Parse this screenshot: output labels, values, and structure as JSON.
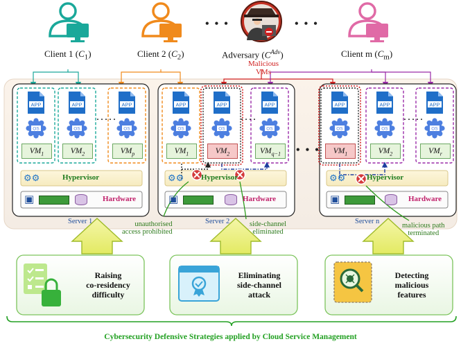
{
  "clients": [
    {
      "label": "Client 1 (",
      "sym": "C",
      "sub": "1",
      "color": "#1aa89a"
    },
    {
      "label": "Client 2 (",
      "sym": "C",
      "sub": "2",
      "color": "#f08a1c"
    },
    {
      "label": "Adversary (",
      "sym": "C",
      "sup": "Adv",
      "color": "#8b1a1a"
    },
    {
      "label": "Client m (",
      "sym": "C",
      "sub": "m",
      "color": "#e06aa6"
    }
  ],
  "ellipsis": "• • •",
  "malicious_label": "Malicious VMs",
  "servers": [
    {
      "label": "Server 1",
      "vms": [
        "VM",
        "VM",
        "VM"
      ],
      "vm_subs": [
        "1",
        "2",
        "p"
      ]
    },
    {
      "label": "Server 2",
      "vms": [
        "VM",
        "VM",
        "VM"
      ],
      "vm_subs": [
        "1",
        "2",
        "q−1"
      ]
    },
    {
      "label": "Server n",
      "vms": [
        "VM",
        "VM",
        "VM"
      ],
      "vm_subs": [
        "1",
        "2",
        "r"
      ]
    }
  ],
  "hypervisor": "Hypervisor",
  "hardware": "Hardware",
  "app_text": "APP",
  "os_text": "OS",
  "notes": {
    "n1": "unauthorised\naccess prohibited",
    "n2": "side-channel\neliminated",
    "n3": "malicious path\nterminated"
  },
  "strategies": [
    "Raising\nco-residency\ndifficulty",
    "Eliminating\nside-channel\nattack",
    "Detecting\nmalicious\nfeatures"
  ],
  "footer": "Cybersecurity Defensive Strategies applied by Cloud Service Management",
  "colors": {
    "teal": "#1aa89a",
    "orange": "#f08a1c",
    "purple": "#9a2aa8",
    "red": "#d02020",
    "green": "#2d7a1c",
    "blue": "#1f3fa0"
  }
}
